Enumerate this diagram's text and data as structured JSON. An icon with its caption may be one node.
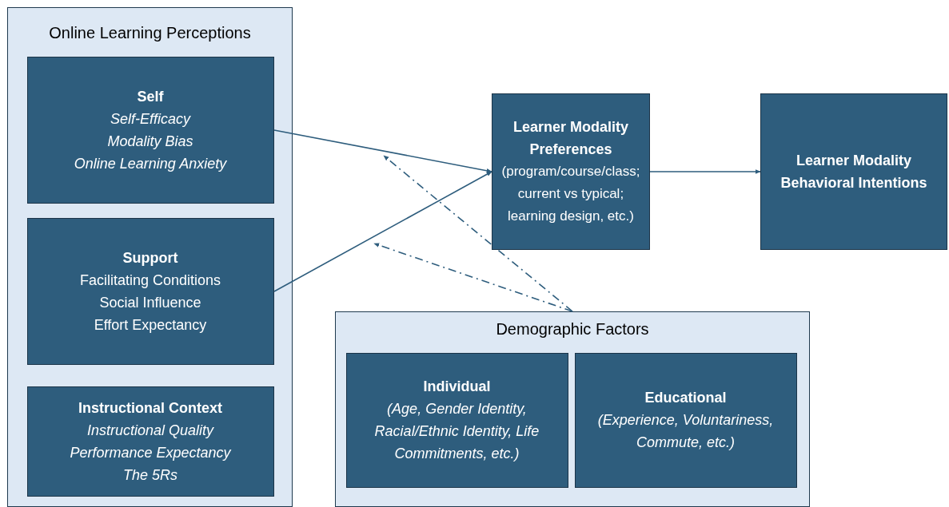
{
  "diagram": {
    "nodes": [
      {
        "text": [
          "Online Learning Perceptions"
        ]
      },
      {
        "text": [
          "Self",
          "Self-Efficacy",
          "Modality Bias",
          "Online Learning Anxiety"
        ],
        "in": 0
      },
      {
        "text": [
          "Support",
          "Facilitating Conditions",
          "Social Influence",
          "Effort Expectancy"
        ],
        "in": 0
      },
      {
        "text": [
          "Instructional Context",
          "Instructional Quality",
          "Performance Expectancy",
          "The 5Rs"
        ],
        "in": 0
      },
      {
        "text": [
          "Learner Modality Preferences",
          "(program/course/class; current vs typical; learning design, etc.)"
        ]
      },
      {
        "text": [
          "Learner Modality Behavioral Intentions"
        ]
      },
      {
        "text": [
          "Demographic Factors"
        ]
      },
      {
        "text": [
          "Individual",
          "(Age, Gender Identity, Racial/Ethnic Identity, Life Commitments, etc.)"
        ],
        "in": 6
      },
      {
        "text": [
          "Educational",
          "(Experience, Voluntariness, Commute, etc.)"
        ],
        "in": 6
      }
    ],
    "edges": [
      {
        "from": 1,
        "to": 4,
        "arrow": "to"
      },
      {
        "from": 2,
        "to": 4,
        "arrow": "to"
      },
      {
        "from": 4,
        "to": 5,
        "arrow": "to"
      },
      {
        "from": 6,
        "to": null,
        "arrow": "to",
        "style": "dashed"
      },
      {
        "from": 6,
        "to": null,
        "arrow": "to",
        "style": "dashed"
      }
    ]
  }
}
